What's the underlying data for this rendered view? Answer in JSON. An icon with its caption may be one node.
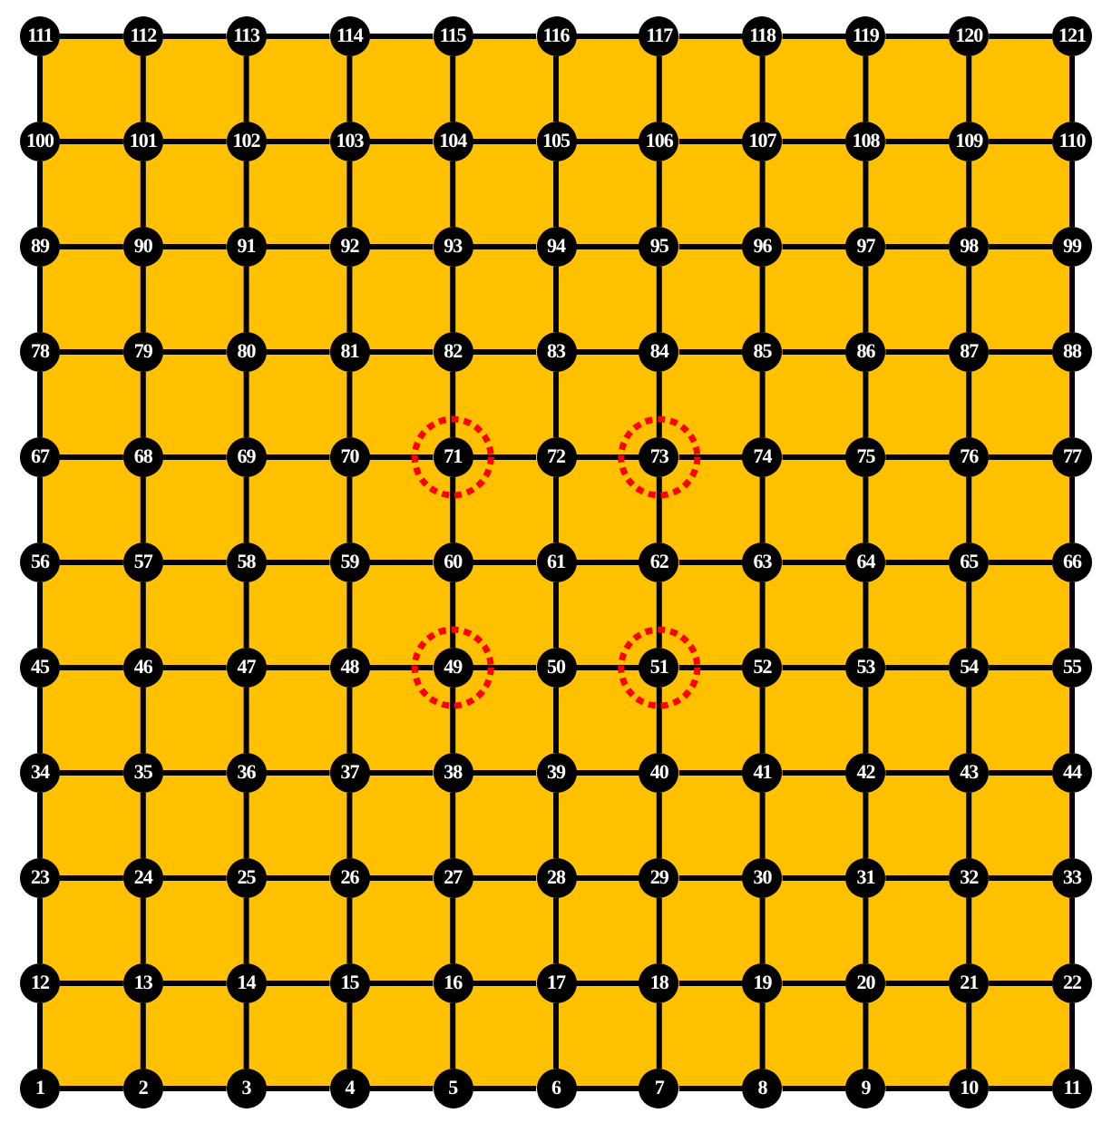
{
  "diagram": {
    "nodes": [
      {
        "text": [
          "111"
        ]
      },
      {
        "text": [
          "112"
        ]
      },
      {
        "text": [
          "113"
        ]
      },
      {
        "text": [
          "114"
        ]
      },
      {
        "text": [
          "115"
        ]
      },
      {
        "text": [
          "116"
        ]
      },
      {
        "text": [
          "117"
        ]
      },
      {
        "text": [
          "118"
        ]
      },
      {
        "text": [
          "119"
        ]
      },
      {
        "text": [
          "120"
        ]
      },
      {
        "text": [
          "121"
        ]
      },
      {
        "text": [
          "100"
        ]
      },
      {
        "text": [
          "101"
        ]
      },
      {
        "text": [
          "102"
        ]
      },
      {
        "text": [
          "103"
        ]
      },
      {
        "text": [
          "104"
        ]
      },
      {
        "text": [
          "105"
        ]
      },
      {
        "text": [
          "106"
        ]
      },
      {
        "text": [
          "107"
        ]
      },
      {
        "text": [
          "108"
        ]
      },
      {
        "text": [
          "109"
        ]
      },
      {
        "text": [
          "110"
        ]
      },
      {
        "text": [
          "89"
        ]
      },
      {
        "text": [
          "90"
        ]
      },
      {
        "text": [
          "91"
        ]
      },
      {
        "text": [
          "92"
        ]
      },
      {
        "text": [
          "93"
        ]
      },
      {
        "text": [
          "94"
        ]
      },
      {
        "text": [
          "95"
        ]
      },
      {
        "text": [
          "96"
        ]
      },
      {
        "text": [
          "97"
        ]
      },
      {
        "text": [
          "98"
        ]
      },
      {
        "text": [
          "99"
        ]
      },
      {
        "text": [
          "78"
        ]
      },
      {
        "text": [
          "79"
        ]
      },
      {
        "text": [
          "80"
        ]
      },
      {
        "text": [
          "81"
        ]
      },
      {
        "text": [
          "82"
        ]
      },
      {
        "text": [
          "83"
        ]
      },
      {
        "text": [
          "84"
        ]
      },
      {
        "text": [
          "85"
        ]
      },
      {
        "text": [
          "86"
        ]
      },
      {
        "text": [
          "87"
        ]
      },
      {
        "text": [
          "88"
        ]
      },
      {
        "text": [
          "67"
        ]
      },
      {
        "text": [
          "68"
        ]
      },
      {
        "text": [
          "69"
        ]
      },
      {
        "text": [
          "70"
        ]
      },
      {
        "text": [
          "71"
        ]
      },
      {
        "text": [
          "72"
        ]
      },
      {
        "text": [
          "73"
        ]
      },
      {
        "text": [
          "74"
        ]
      },
      {
        "text": [
          "75"
        ]
      },
      {
        "text": [
          "76"
        ]
      },
      {
        "text": [
          "77"
        ]
      },
      {
        "text": [
          "56"
        ]
      },
      {
        "text": [
          "57"
        ]
      },
      {
        "text": [
          "58"
        ]
      },
      {
        "text": [
          "59"
        ]
      },
      {
        "text": [
          "60"
        ]
      },
      {
        "text": [
          "61"
        ]
      },
      {
        "text": [
          "62"
        ]
      },
      {
        "text": [
          "63"
        ]
      },
      {
        "text": [
          "64"
        ]
      },
      {
        "text": [
          "65"
        ]
      },
      {
        "text": [
          "66"
        ]
      },
      {
        "text": [
          "45"
        ]
      },
      {
        "text": [
          "46"
        ]
      },
      {
        "text": [
          "47"
        ]
      },
      {
        "text": [
          "48"
        ]
      },
      {
        "text": [
          "49"
        ]
      },
      {
        "text": [
          "50"
        ]
      },
      {
        "text": [
          "51"
        ]
      },
      {
        "text": [
          "52"
        ]
      },
      {
        "text": [
          "53"
        ]
      },
      {
        "text": [
          "54"
        ]
      },
      {
        "text": [
          "55"
        ]
      },
      {
        "text": [
          "34"
        ]
      },
      {
        "text": [
          "35"
        ]
      },
      {
        "text": [
          "36"
        ]
      },
      {
        "text": [
          "37"
        ]
      },
      {
        "text": [
          "38"
        ]
      },
      {
        "text": [
          "39"
        ]
      },
      {
        "text": [
          "40"
        ]
      },
      {
        "text": [
          "41"
        ]
      },
      {
        "text": [
          "42"
        ]
      },
      {
        "text": [
          "43"
        ]
      },
      {
        "text": [
          "44"
        ]
      },
      {
        "text": [
          "23"
        ]
      },
      {
        "text": [
          "24"
        ]
      },
      {
        "text": [
          "25"
        ]
      },
      {
        "text": [
          "26"
        ]
      },
      {
        "text": [
          "27"
        ]
      },
      {
        "text": [
          "28"
        ]
      },
      {
        "text": [
          "29"
        ]
      },
      {
        "text": [
          "30"
        ]
      },
      {
        "text": [
          "31"
        ]
      },
      {
        "text": [
          "32"
        ]
      },
      {
        "text": [
          "33"
        ]
      },
      {
        "text": [
          "12"
        ]
      },
      {
        "text": [
          "13"
        ]
      },
      {
        "text": [
          "14"
        ]
      },
      {
        "text": [
          "15"
        ]
      },
      {
        "text": [
          "16"
        ]
      },
      {
        "text": [
          "17"
        ]
      },
      {
        "text": [
          "18"
        ]
      },
      {
        "text": [
          "19"
        ]
      },
      {
        "text": [
          "20"
        ]
      },
      {
        "text": [
          "21"
        ]
      },
      {
        "text": [
          "22"
        ]
      },
      {
        "text": [
          "1"
        ]
      },
      {
        "text": [
          "2"
        ]
      },
      {
        "text": [
          "3"
        ]
      },
      {
        "text": [
          "4"
        ]
      },
      {
        "text": [
          "5"
        ]
      },
      {
        "text": [
          "6"
        ]
      },
      {
        "text": [
          "7"
        ]
      },
      {
        "text": [
          "8"
        ]
      },
      {
        "text": [
          "9"
        ]
      },
      {
        "text": [
          "10"
        ]
      },
      {
        "text": [
          "11"
        ]
      }
    ],
    "edges": [
      {
        "from": 0,
        "to": 1,
        "arrow": "none"
      },
      {
        "from": 1,
        "to": 2,
        "arrow": "none"
      },
      {
        "from": 2,
        "to": 3,
        "arrow": "none"
      },
      {
        "from": 3,
        "to": 4,
        "arrow": "none"
      },
      {
        "from": 4,
        "to": 5,
        "arrow": "none"
      },
      {
        "from": 5,
        "to": 6,
        "arrow": "none"
      },
      {
        "from": 6,
        "to": 7,
        "arrow": "none"
      },
      {
        "from": 7,
        "to": 8,
        "arrow": "none"
      },
      {
        "from": 8,
        "to": 9,
        "arrow": "none"
      },
      {
        "from": 9,
        "to": 10,
        "arrow": "none"
      },
      {
        "from": 11,
        "to": 12,
        "arrow": "none"
      },
      {
        "from": 12,
        "to": 13,
        "arrow": "none"
      },
      {
        "from": 13,
        "to": 14,
        "arrow": "none"
      },
      {
        "from": 14,
        "to": 15,
        "arrow": "none"
      },
      {
        "from": 15,
        "to": 16,
        "arrow": "none"
      },
      {
        "from": 16,
        "to": 17,
        "arrow": "none"
      },
      {
        "from": 17,
        "to": 18,
        "arrow": "none"
      },
      {
        "from": 18,
        "to": 19,
        "arrow": "none"
      },
      {
        "from": 19,
        "to": 20,
        "arrow": "none"
      },
      {
        "from": 20,
        "to": 21,
        "arrow": "none"
      },
      {
        "from": 22,
        "to": 23,
        "arrow": "none"
      },
      {
        "from": 23,
        "to": 24,
        "arrow": "none"
      },
      {
        "from": 24,
        "to": 25,
        "arrow": "none"
      },
      {
        "from": 25,
        "to": 26,
        "arrow": "none"
      },
      {
        "from": 26,
        "to": 27,
        "arrow": "none"
      },
      {
        "from": 27,
        "to": 28,
        "arrow": "none"
      },
      {
        "from": 28,
        "to": 29,
        "arrow": "none"
      },
      {
        "from": 29,
        "to": 30,
        "arrow": "none"
      },
      {
        "from": 30,
        "to": 31,
        "arrow": "none"
      },
      {
        "from": 31,
        "to": 32,
        "arrow": "none"
      },
      {
        "from": 33,
        "to": 34,
        "arrow": "none"
      },
      {
        "from": 34,
        "to": 35,
        "arrow": "none"
      },
      {
        "from": 35,
        "to": 36,
        "arrow": "none"
      },
      {
        "from": 36,
        "to": 37,
        "arrow": "none"
      },
      {
        "from": 37,
        "to": 38,
        "arrow": "none"
      },
      {
        "from": 38,
        "to": 39,
        "arrow": "none"
      },
      {
        "from": 39,
        "to": 40,
        "arrow": "none"
      },
      {
        "from": 40,
        "to": 41,
        "arrow": "none"
      },
      {
        "from": 41,
        "to": 42,
        "arrow": "none"
      },
      {
        "from": 42,
        "to": 43,
        "arrow": "none"
      },
      {
        "from": 44,
        "to": 45,
        "arrow": "none"
      },
      {
        "from": 45,
        "to": 46,
        "arrow": "none"
      },
      {
        "from": 46,
        "to": 47,
        "arrow": "none"
      },
      {
        "from": 47,
        "to": 48,
        "arrow": "none"
      },
      {
        "from": 48,
        "to": 49,
        "arrow": "none"
      },
      {
        "from": 49,
        "to": 50,
        "arrow": "none"
      },
      {
        "from": 50,
        "to": 51,
        "arrow": "none"
      },
      {
        "from": 51,
        "to": 52,
        "arrow": "none"
      },
      {
        "from": 52,
        "to": 53,
        "arrow": "none"
      },
      {
        "from": 53,
        "to": 54,
        "arrow": "none"
      },
      {
        "from": 55,
        "to": 56,
        "arrow": "none"
      },
      {
        "from": 56,
        "to": 57,
        "arrow": "none"
      },
      {
        "from": 57,
        "to": 58,
        "arrow": "none"
      },
      {
        "from": 58,
        "to": 59,
        "arrow": "none"
      },
      {
        "from": 59,
        "to": 60,
        "arrow": "none"
      },
      {
        "from": 60,
        "to": 61,
        "arrow": "none"
      },
      {
        "from": 61,
        "to": 62,
        "arrow": "none"
      },
      {
        "from": 62,
        "to": 63,
        "arrow": "none"
      },
      {
        "from": 63,
        "to": 64,
        "arrow": "none"
      },
      {
        "from": 64,
        "to": 65,
        "arrow": "none"
      },
      {
        "from": 66,
        "to": 67,
        "arrow": "none"
      },
      {
        "from": 67,
        "to": 68,
        "arrow": "none"
      },
      {
        "from": 68,
        "to": 69,
        "arrow": "none"
      },
      {
        "from": 69,
        "to": 70,
        "arrow": "none"
      },
      {
        "from": 70,
        "to": 71,
        "arrow": "none"
      },
      {
        "from": 71,
        "to": 72,
        "arrow": "none"
      },
      {
        "from": 72,
        "to": 73,
        "arrow": "none"
      },
      {
        "from": 73,
        "to": 74,
        "arrow": "none"
      },
      {
        "from": 74,
        "to": 75,
        "arrow": "none"
      },
      {
        "from": 75,
        "to": 76,
        "arrow": "none"
      },
      {
        "from": 77,
        "to": 78,
        "arrow": "none"
      },
      {
        "from": 78,
        "to": 79,
        "arrow": "none"
      },
      {
        "from": 79,
        "to": 80,
        "arrow": "none"
      },
      {
        "from": 80,
        "to": 81,
        "arrow": "none"
      },
      {
        "from": 81,
        "to": 82,
        "arrow": "none"
      },
      {
        "from": 82,
        "to": 83,
        "arrow": "none"
      },
      {
        "from": 83,
        "to": 84,
        "arrow": "none"
      },
      {
        "from": 84,
        "to": 85,
        "arrow": "none"
      },
      {
        "from": 85,
        "to": 86,
        "arrow": "none"
      },
      {
        "from": 86,
        "to": 87,
        "arrow": "none"
      },
      {
        "from": 88,
        "to": 89,
        "arrow": "none"
      },
      {
        "from": 89,
        "to": 90,
        "arrow": "none"
      },
      {
        "from": 90,
        "to": 91,
        "arrow": "none"
      },
      {
        "from": 91,
        "to": 92,
        "arrow": "none"
      },
      {
        "from": 92,
        "to": 93,
        "arrow": "none"
      },
      {
        "from": 93,
        "to": 94,
        "arrow": "none"
      },
      {
        "from": 94,
        "to": 95,
        "arrow": "none"
      },
      {
        "from": 95,
        "to": 96,
        "arrow": "none"
      },
      {
        "from": 96,
        "to": 97,
        "arrow": "none"
      },
      {
        "from": 97,
        "to": 98,
        "arrow": "none"
      },
      {
        "from": 99,
        "to": 100,
        "arrow": "none"
      },
      {
        "from": 100,
        "to": 101,
        "arrow": "none"
      },
      {
        "from": 101,
        "to": 102,
        "arrow": "none"
      },
      {
        "from": 102,
        "to": 103,
        "arrow": "none"
      },
      {
        "from": 103,
        "to": 104,
        "arrow": "none"
      },
      {
        "from": 104,
        "to": 105,
        "arrow": "none"
      },
      {
        "from": 105,
        "to": 106,
        "arrow": "none"
      },
      {
        "from": 106,
        "to": 107,
        "arrow": "none"
      },
      {
        "from": 107,
        "to": 108,
        "arrow": "none"
      },
      {
        "from": 108,
        "to": 109,
        "arrow": "none"
      },
      {
        "from": 110,
        "to": 111,
        "arrow": "none"
      },
      {
        "from": 111,
        "to": 112,
        "arrow": "none"
      },
      {
        "from": 112,
        "to": 113,
        "arrow": "none"
      },
      {
        "from": 113,
        "to": 114,
        "arrow": "none"
      },
      {
        "from": 114,
        "to": 115,
        "arrow": "none"
      },
      {
        "from": 115,
        "to": 116,
        "arrow": "none"
      },
      {
        "from": 116,
        "to": 117,
        "arrow": "none"
      },
      {
        "from": 117,
        "to": 118,
        "arrow": "none"
      },
      {
        "from": 118,
        "to": 119,
        "arrow": "none"
      },
      {
        "from": 119,
        "to": 120,
        "arrow": "none"
      },
      {
        "from": 0,
        "to": 11,
        "arrow": "none"
      },
      {
        "from": 1,
        "to": 12,
        "arrow": "none"
      },
      {
        "from": 2,
        "to": 13,
        "arrow": "none"
      },
      {
        "from": 3,
        "to": 14,
        "arrow": "none"
      },
      {
        "from": 4,
        "to": 15,
        "arrow": "none"
      },
      {
        "from": 5,
        "to": 16,
        "arrow": "none"
      },
      {
        "from": 6,
        "to": 17,
        "arrow": "none"
      },
      {
        "from": 7,
        "to": 18,
        "arrow": "none"
      },
      {
        "from": 8,
        "to": 19,
        "arrow": "none"
      },
      {
        "from": 9,
        "to": 20,
        "arrow": "none"
      },
      {
        "from": 10,
        "to": 21,
        "arrow": "none"
      },
      {
        "from": 11,
        "to": 22,
        "arrow": "none"
      },
      {
        "from": 12,
        "to": 23,
        "arrow": "none"
      },
      {
        "from": 13,
        "to": 24,
        "arrow": "none"
      },
      {
        "from": 14,
        "to": 25,
        "arrow": "none"
      },
      {
        "from": 15,
        "to": 26,
        "arrow": "none"
      },
      {
        "from": 16,
        "to": 27,
        "arrow": "none"
      },
      {
        "from": 17,
        "to": 28,
        "arrow": "none"
      },
      {
        "from": 18,
        "to": 29,
        "arrow": "none"
      },
      {
        "from": 19,
        "to": 30,
        "arrow": "none"
      },
      {
        "from": 20,
        "to": 31,
        "arrow": "none"
      },
      {
        "from": 21,
        "to": 32,
        "arrow": "none"
      },
      {
        "from": 22,
        "to": 33,
        "arrow": "none"
      },
      {
        "from": 23,
        "to": 34,
        "arrow": "none"
      },
      {
        "from": 24,
        "to": 35,
        "arrow": "none"
      },
      {
        "from": 25,
        "to": 36,
        "arrow": "none"
      },
      {
        "from": 26,
        "to": 37,
        "arrow": "none"
      },
      {
        "from": 27,
        "to": 38,
        "arrow": "none"
      },
      {
        "from": 28,
        "to": 39,
        "arrow": "none"
      },
      {
        "from": 29,
        "to": 40,
        "arrow": "none"
      },
      {
        "from": 30,
        "to": 41,
        "arrow": "none"
      },
      {
        "from": 31,
        "to": 42,
        "arrow": "none"
      },
      {
        "from": 32,
        "to": 43,
        "arrow": "none"
      },
      {
        "from": 33,
        "to": 44,
        "arrow": "none"
      },
      {
        "from": 34,
        "to": 45,
        "arrow": "none"
      },
      {
        "from": 35,
        "to": 46,
        "arrow": "none"
      },
      {
        "from": 36,
        "to": 47,
        "arrow": "none"
      },
      {
        "from": 37,
        "to": 48,
        "arrow": "none"
      },
      {
        "from": 38,
        "to": 49,
        "arrow": "none"
      },
      {
        "from": 39,
        "to": 50,
        "arrow": "none"
      },
      {
        "from": 40,
        "to": 51,
        "arrow": "none"
      },
      {
        "from": 41,
        "to": 52,
        "arrow": "none"
      },
      {
        "from": 42,
        "to": 53,
        "arrow": "none"
      },
      {
        "from": 43,
        "to": 54,
        "arrow": "none"
      },
      {
        "from": 44,
        "to": 55,
        "arrow": "none"
      },
      {
        "from": 45,
        "to": 56,
        "arrow": "none"
      },
      {
        "from": 46,
        "to": 57,
        "arrow": "none"
      },
      {
        "from": 47,
        "to": 58,
        "arrow": "none"
      },
      {
        "from": 48,
        "to": 59,
        "arrow": "none"
      },
      {
        "from": 49,
        "to": 60,
        "arrow": "none"
      },
      {
        "from": 50,
        "to": 61,
        "arrow": "none"
      },
      {
        "from": 51,
        "to": 62,
        "arrow": "none"
      },
      {
        "from": 52,
        "to": 63,
        "arrow": "none"
      },
      {
        "from": 53,
        "to": 64,
        "arrow": "none"
      },
      {
        "from": 54,
        "to": 65,
        "arrow": "none"
      },
      {
        "from": 55,
        "to": 66,
        "arrow": "none"
      },
      {
        "from": 56,
        "to": 67,
        "arrow": "none"
      },
      {
        "from": 57,
        "to": 68,
        "arrow": "none"
      },
      {
        "from": 58,
        "to": 69,
        "arrow": "none"
      },
      {
        "from": 59,
        "to": 70,
        "arrow": "none"
      },
      {
        "from": 60,
        "to": 71,
        "arrow": "none"
      },
      {
        "from": 61,
        "to": 72,
        "arrow": "none"
      },
      {
        "from": 62,
        "to": 73,
        "arrow": "none"
      },
      {
        "from": 63,
        "to": 74,
        "arrow": "none"
      },
      {
        "from": 64,
        "to": 75,
        "arrow": "none"
      },
      {
        "from": 65,
        "to": 76,
        "arrow": "none"
      },
      {
        "from": 66,
        "to": 77,
        "arrow": "none"
      },
      {
        "from": 67,
        "to": 78,
        "arrow": "none"
      },
      {
        "from": 68,
        "to": 79,
        "arrow": "none"
      },
      {
        "from": 69,
        "to": 80,
        "arrow": "none"
      },
      {
        "from": 70,
        "to": 81,
        "arrow": "none"
      },
      {
        "from": 71,
        "to": 82,
        "arrow": "none"
      },
      {
        "from": 72,
        "to": 83,
        "arrow": "none"
      },
      {
        "from": 73,
        "to": 84,
        "arrow": "none"
      },
      {
        "from": 74,
        "to": 85,
        "arrow": "none"
      },
      {
        "from": 75,
        "to": 86,
        "arrow": "none"
      },
      {
        "from": 76,
        "to": 87,
        "arrow": "none"
      },
      {
        "from": 77,
        "to": 88,
        "arrow": "none"
      },
      {
        "from": 78,
        "to": 89,
        "arrow": "none"
      },
      {
        "from": 79,
        "to": 90,
        "arrow": "none"
      },
      {
        "from": 80,
        "to": 91,
        "arrow": "none"
      },
      {
        "from": 81,
        "to": 92,
        "arrow": "none"
      },
      {
        "from": 82,
        "to": 93,
        "arrow": "none"
      },
      {
        "from": 83,
        "to": 94,
        "arrow": "none"
      },
      {
        "from": 84,
        "to": 95,
        "arrow": "none"
      },
      {
        "from": 85,
        "to": 96,
        "arrow": "none"
      },
      {
        "from": 86,
        "to": 97,
        "arrow": "none"
      },
      {
        "from": 87,
        "to": 98,
        "arrow": "none"
      },
      {
        "from": 88,
        "to": 99,
        "arrow": "none"
      },
      {
        "from": 89,
        "to": 100,
        "arrow": "none"
      },
      {
        "from": 90,
        "to": 101,
        "arrow": "none"
      },
      {
        "from": 91,
        "to": 102,
        "arrow": "none"
      },
      {
        "from": 92,
        "to": 103,
        "arrow": "none"
      },
      {
        "from": 93,
        "to": 104,
        "arrow": "none"
      },
      {
        "from": 94,
        "to": 105,
        "arrow": "none"
      },
      {
        "from": 95,
        "to": 106,
        "arrow": "none"
      },
      {
        "from": 96,
        "to": 107,
        "arrow": "none"
      },
      {
        "from": 97,
        "to": 108,
        "arrow": "none"
      },
      {
        "from": 98,
        "to": 109,
        "arrow": "none"
      },
      {
        "from": 99,
        "to": 110,
        "arrow": "none"
      },
      {
        "from": 100,
        "to": 111,
        "arrow": "none"
      },
      {
        "from": 101,
        "to": 112,
        "arrow": "none"
      },
      {
        "from": 102,
        "to": 113,
        "arrow": "none"
      },
      {
        "from": 103,
        "to": 114,
        "arrow": "none"
      },
      {
        "from": 104,
        "to": 115,
        "arrow": "none"
      },
      {
        "from": 105,
        "to": 116,
        "arrow": "none"
      },
      {
        "from": 106,
        "to": 117,
        "arrow": "none"
      },
      {
        "from": 107,
        "to": 118,
        "arrow": "none"
      },
      {
        "from": 108,
        "to": 119,
        "arrow": "none"
      },
      {
        "from": 109,
        "to": 120,
        "arrow": "none"
      }
    ]
  }
}
